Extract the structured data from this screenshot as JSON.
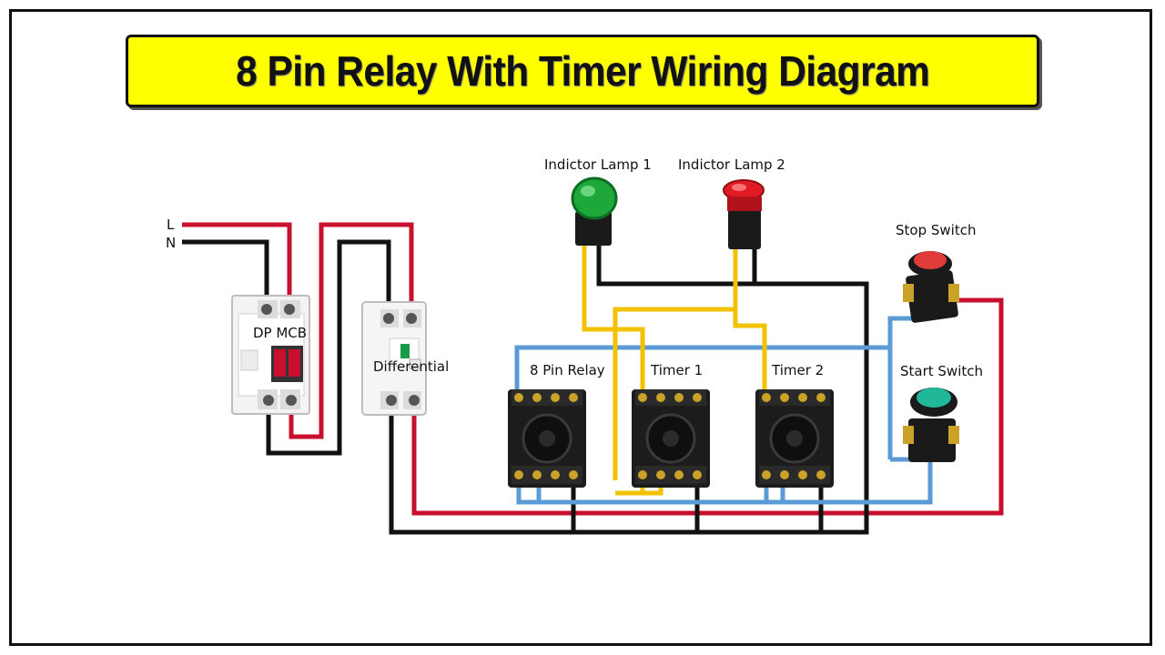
{
  "title": "8 Pin Relay With Timer Wiring Diagram",
  "labels": {
    "line": "L",
    "neutral": "N",
    "mcb": "DP MCB",
    "differential": "Differential",
    "relay": "8 Pin Relay",
    "timer1": "Timer 1",
    "timer2": "Timer 2",
    "lamp1": "Indictor Lamp 1",
    "lamp2": "Indictor Lamp 2",
    "stop": "Stop Switch",
    "start": "Start Switch"
  },
  "colors": {
    "live": "#c8102e",
    "neutral": "#111111",
    "control": "#5b9bd5",
    "timer": "#f2c200",
    "banner": "#ffff00",
    "lamp_green": "#1fa83a",
    "lamp_red": "#e01b24",
    "stop_button": "#e03a3a",
    "start_button": "#21b89a"
  }
}
